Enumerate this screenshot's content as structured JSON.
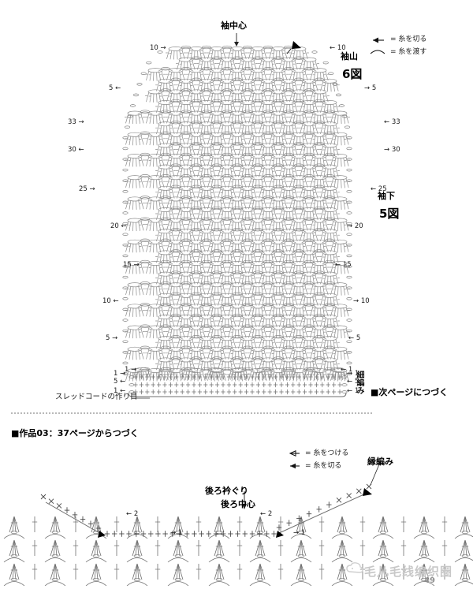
{
  "page": {
    "number": "49",
    "watermark": "毛儿毛线编织圈"
  },
  "sleeve_diagram": {
    "center_label": "袖中心",
    "cap_title": "袖山",
    "cap_figure": "6図",
    "underarm_title": "袖下",
    "underarm_figure": "5図",
    "single_crochet_label": "細編み",
    "foundation_label": "スレッドコードの作り目",
    "continue_note": "■次ページにつづく",
    "legend": [
      {
        "symbol": "arrow-solid",
        "text": "= 糸を切る"
      },
      {
        "symbol": "arc",
        "text": "= 糸を渡す"
      }
    ],
    "row_numbers_left": [
      "10",
      "5",
      "33",
      "30",
      "25",
      "20",
      "15",
      "10",
      "5",
      "1"
    ],
    "row_numbers_right": [
      "10",
      "5",
      "33",
      "30",
      "25",
      "20",
      "15",
      "10",
      "5",
      "1"
    ],
    "row_numbers_base_left": [
      "1",
      "5",
      "1"
    ],
    "row_numbers_base_right": [
      "1",
      "5",
      "1"
    ]
  },
  "section_break": {
    "title": "■作品03：37ページからつづく"
  },
  "neckline_diagram": {
    "title": "後ろ衿ぐり",
    "center_label": "後ろ中心",
    "edging_label": "縁編み",
    "legend": [
      {
        "symbol": "arrow-open",
        "text": "= 糸をつける"
      },
      {
        "symbol": "arrow-solid",
        "text": "= 糸を切る"
      }
    ],
    "row_numbers": [
      "2",
      "1",
      "1",
      "2"
    ]
  },
  "colors": {
    "ink": "#1a1a1a",
    "stitch": "#8a8a8a",
    "stitch_dark": "#555555",
    "watermark": "#c8c8c8",
    "separator": "#b9b9b9"
  }
}
